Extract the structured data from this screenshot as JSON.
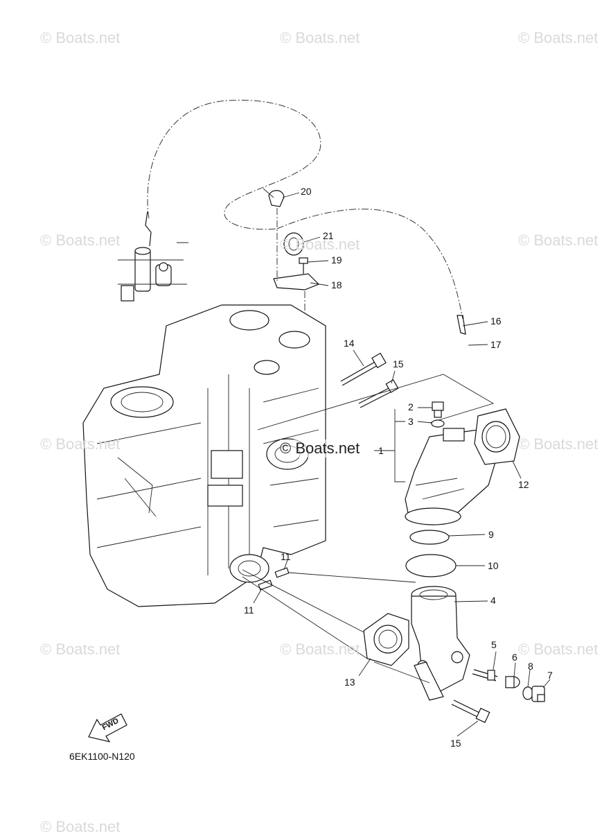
{
  "watermarks": [
    "© Boats.net",
    "© Boats.net",
    "© Boats.net",
    "© Boats.net",
    "© Boats.net",
    "© Boats.net",
    "© Boats.net",
    "© Boats.net",
    "© Boats.net",
    "© Boats.net",
    "© Boats.net",
    "© Boats.net"
  ],
  "center_watermark": "© Boats.net",
  "callouts": [
    "20",
    "21",
    "19",
    "18",
    "16",
    "17",
    "14",
    "15",
    "2",
    "3",
    "1",
    "12",
    "9",
    "10",
    "4",
    "11",
    "11",
    "13",
    "5",
    "6",
    "8",
    "7",
    "15"
  ],
  "fwd_label": "FWD",
  "diagram_code": "6EK1100-N120"
}
